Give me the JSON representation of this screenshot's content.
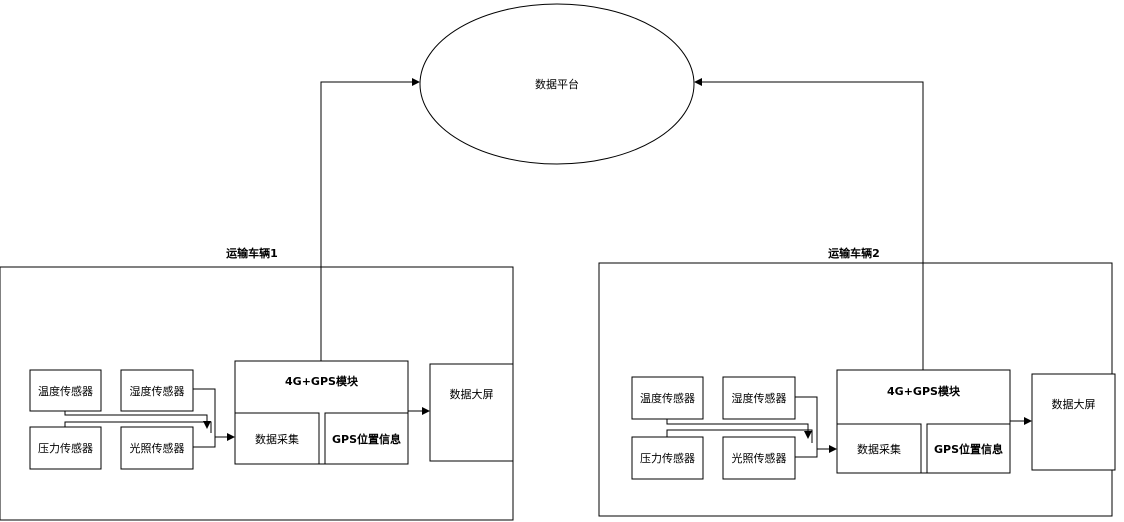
{
  "platform": {
    "label": "数据平台"
  },
  "vehicles": [
    {
      "title": "运输车辆1",
      "sensors": {
        "temperature": "温度传感器",
        "humidity": "湿度传感器",
        "pressure": "压力传感器",
        "light": "光照传感器"
      },
      "module": {
        "title": "4G+GPS模块",
        "collect": "数据采集",
        "gps": "GPS位置信息"
      },
      "screen": "数据大屏"
    },
    {
      "title": "运输车辆2",
      "sensors": {
        "temperature": "温度传感器",
        "humidity": "湿度传感器",
        "pressure": "压力传感器",
        "light": "光照传感器"
      },
      "module": {
        "title": "4G+GPS模块",
        "collect": "数据采集",
        "gps": "GPS位置信息"
      },
      "screen": "数据大屏"
    }
  ]
}
